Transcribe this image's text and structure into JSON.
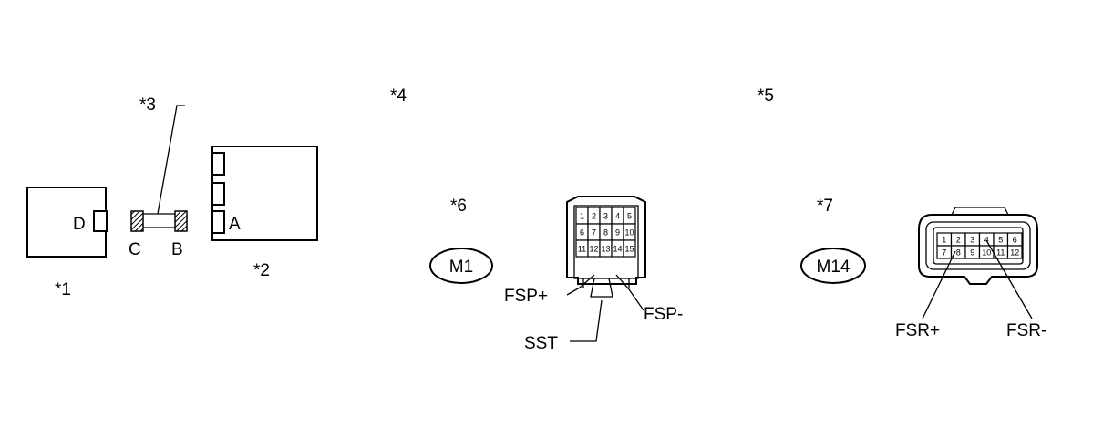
{
  "callouts": {
    "c1": "*1",
    "c2": "*2",
    "c3": "*3",
    "c4": "*4",
    "c5": "*5",
    "c6": "*6",
    "c7": "*7"
  },
  "terminals": {
    "a": "A",
    "b": "B",
    "c": "C",
    "d": "D"
  },
  "connectors": {
    "m1": "M1",
    "m14": "M14"
  },
  "m1_pins": [
    "1",
    "2",
    "3",
    "4",
    "5",
    "6",
    "7",
    "8",
    "9",
    "10",
    "11",
    "12",
    "13",
    "14",
    "15"
  ],
  "m14_pins": [
    "1",
    "2",
    "3",
    "4",
    "5",
    "6",
    "7",
    "8",
    "9",
    "10",
    "11",
    "12"
  ],
  "signals": {
    "fsp_plus": "FSP+",
    "fsp_minus": "FSP-",
    "sst": "SST",
    "fsr_plus": "FSR+",
    "fsr_minus": "FSR-"
  },
  "colors": {
    "ink": "#000000",
    "background": "#ffffff"
  }
}
